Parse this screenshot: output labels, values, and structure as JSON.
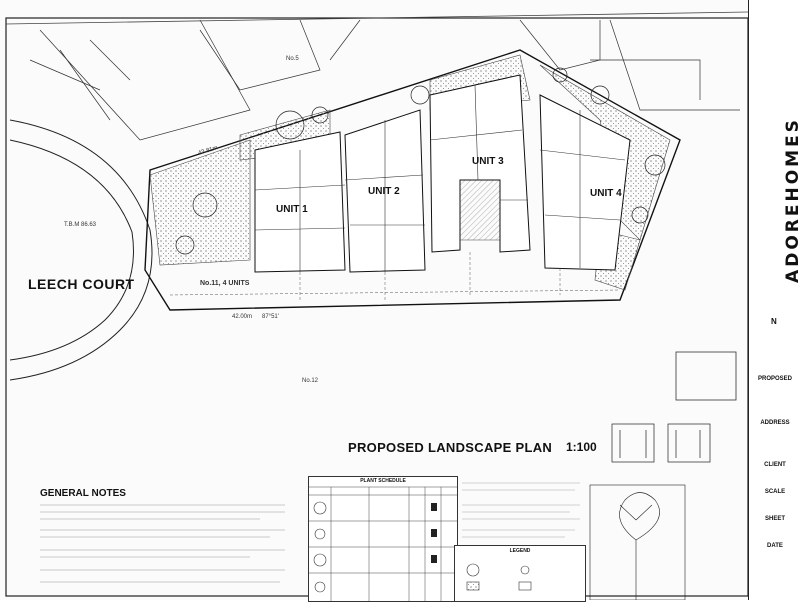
{
  "drawing": {
    "title": "PROPOSED LANDSCAPE PLAN",
    "scale": "1:100",
    "street": "LEECH COURT",
    "lot": "No.11, 4 UNITS",
    "neighbour_5": "No.5",
    "neighbour_12": "No.12",
    "tbm": "T.B.M 86.63",
    "boundary_1": "42.00m",
    "boundary_2": "87°51'",
    "boundary_3": "43.81m",
    "units": [
      "UNIT 1",
      "UNIT 2",
      "UNIT 3",
      "UNIT 4"
    ]
  },
  "general_notes": {
    "title": "GENERAL NOTES"
  },
  "schedule": {
    "title": "PLANT SCHEDULE"
  },
  "legend": {
    "title": "LEGEND"
  },
  "title_block": {
    "firm": "ADOREHOMES",
    "proposal_label": "PROPOSED",
    "address_label": "ADDRESS",
    "client_label": "CLIENT",
    "scale_label": "SCALE",
    "sheet_label": "SHEET",
    "date_label": "DATE",
    "north": "N"
  }
}
